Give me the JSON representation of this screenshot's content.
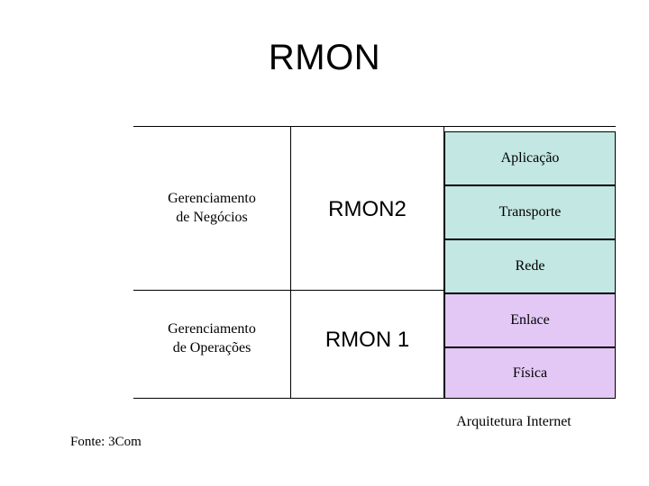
{
  "slide": {
    "title": "RMON",
    "source_note": "Fonte: 3Com",
    "architecture_caption": "Arquitetura Internet"
  },
  "diagram": {
    "management_column": [
      {
        "label": "Gerenciamento\nde Negócios",
        "line1": "Gerenciamento",
        "line2": "de Negócios"
      },
      {
        "label": "Gerenciamento\nde Operações",
        "line1": "Gerenciamento",
        "line2": "de Operações"
      }
    ],
    "rmon_column": [
      {
        "label": "RMON2"
      },
      {
        "label": "RMON 1"
      }
    ],
    "layers": [
      {
        "label": "Aplicação",
        "color": "#c3e7e2"
      },
      {
        "label": "Transporte",
        "color": "#c3e7e2"
      },
      {
        "label": "Rede",
        "color": "#c3e7e2"
      },
      {
        "label": "Enlace",
        "color": "#e3c8f5"
      },
      {
        "label": "Física",
        "color": "#e3c8f5"
      }
    ]
  },
  "colors": {
    "layer_upper": "#c3e7e2",
    "layer_lower": "#e3c8f5",
    "rule": "#000000",
    "background": "#ffffff"
  }
}
